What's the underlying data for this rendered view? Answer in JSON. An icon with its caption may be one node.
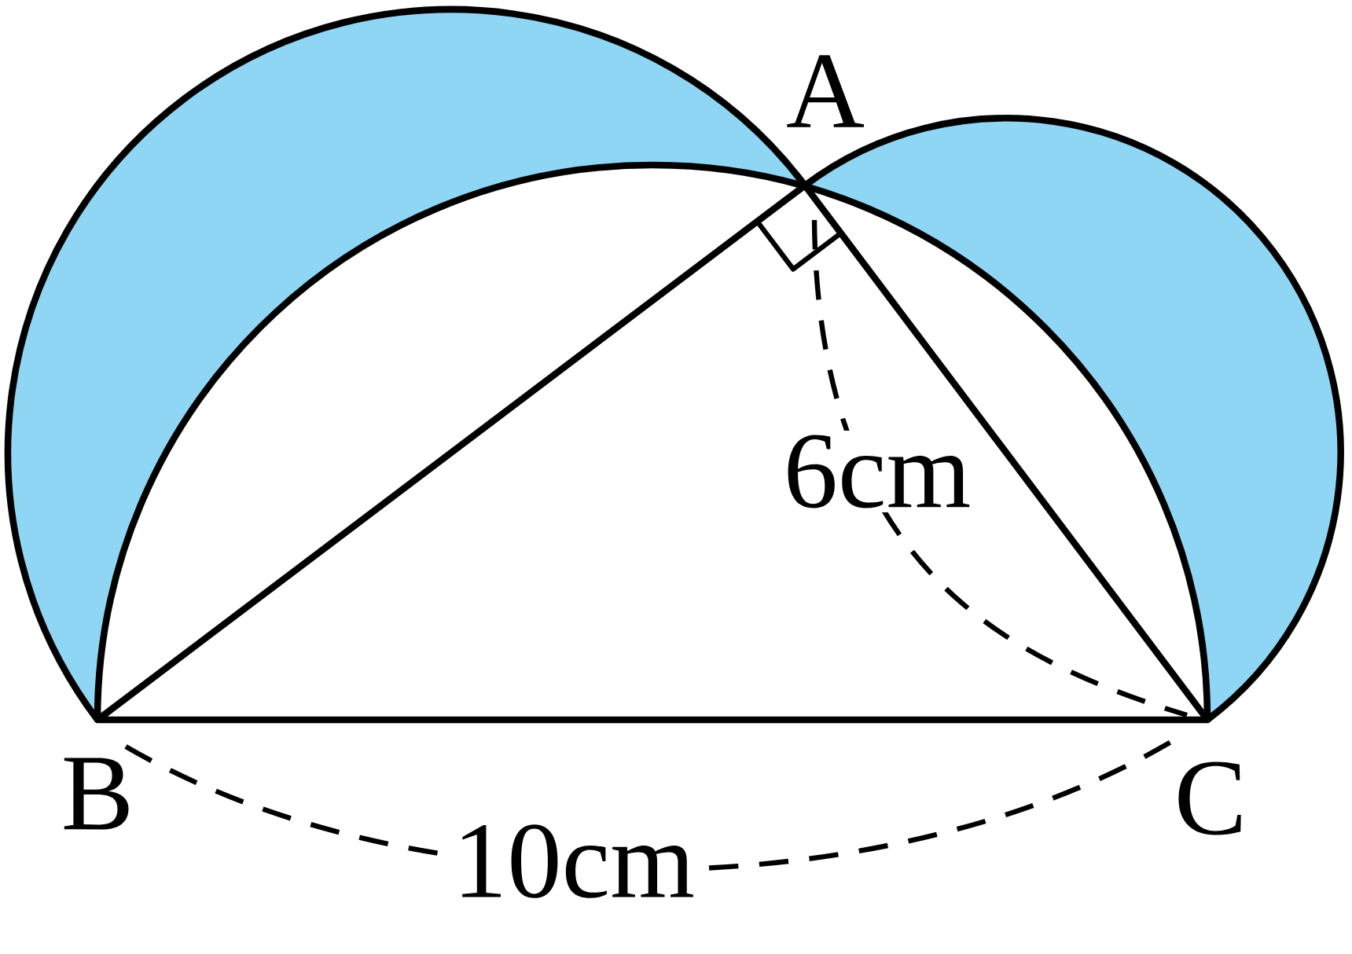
{
  "diagram": {
    "labels": [
      "A",
      "6cm",
      "B",
      "C",
      "10cm"
    ]
  }
}
